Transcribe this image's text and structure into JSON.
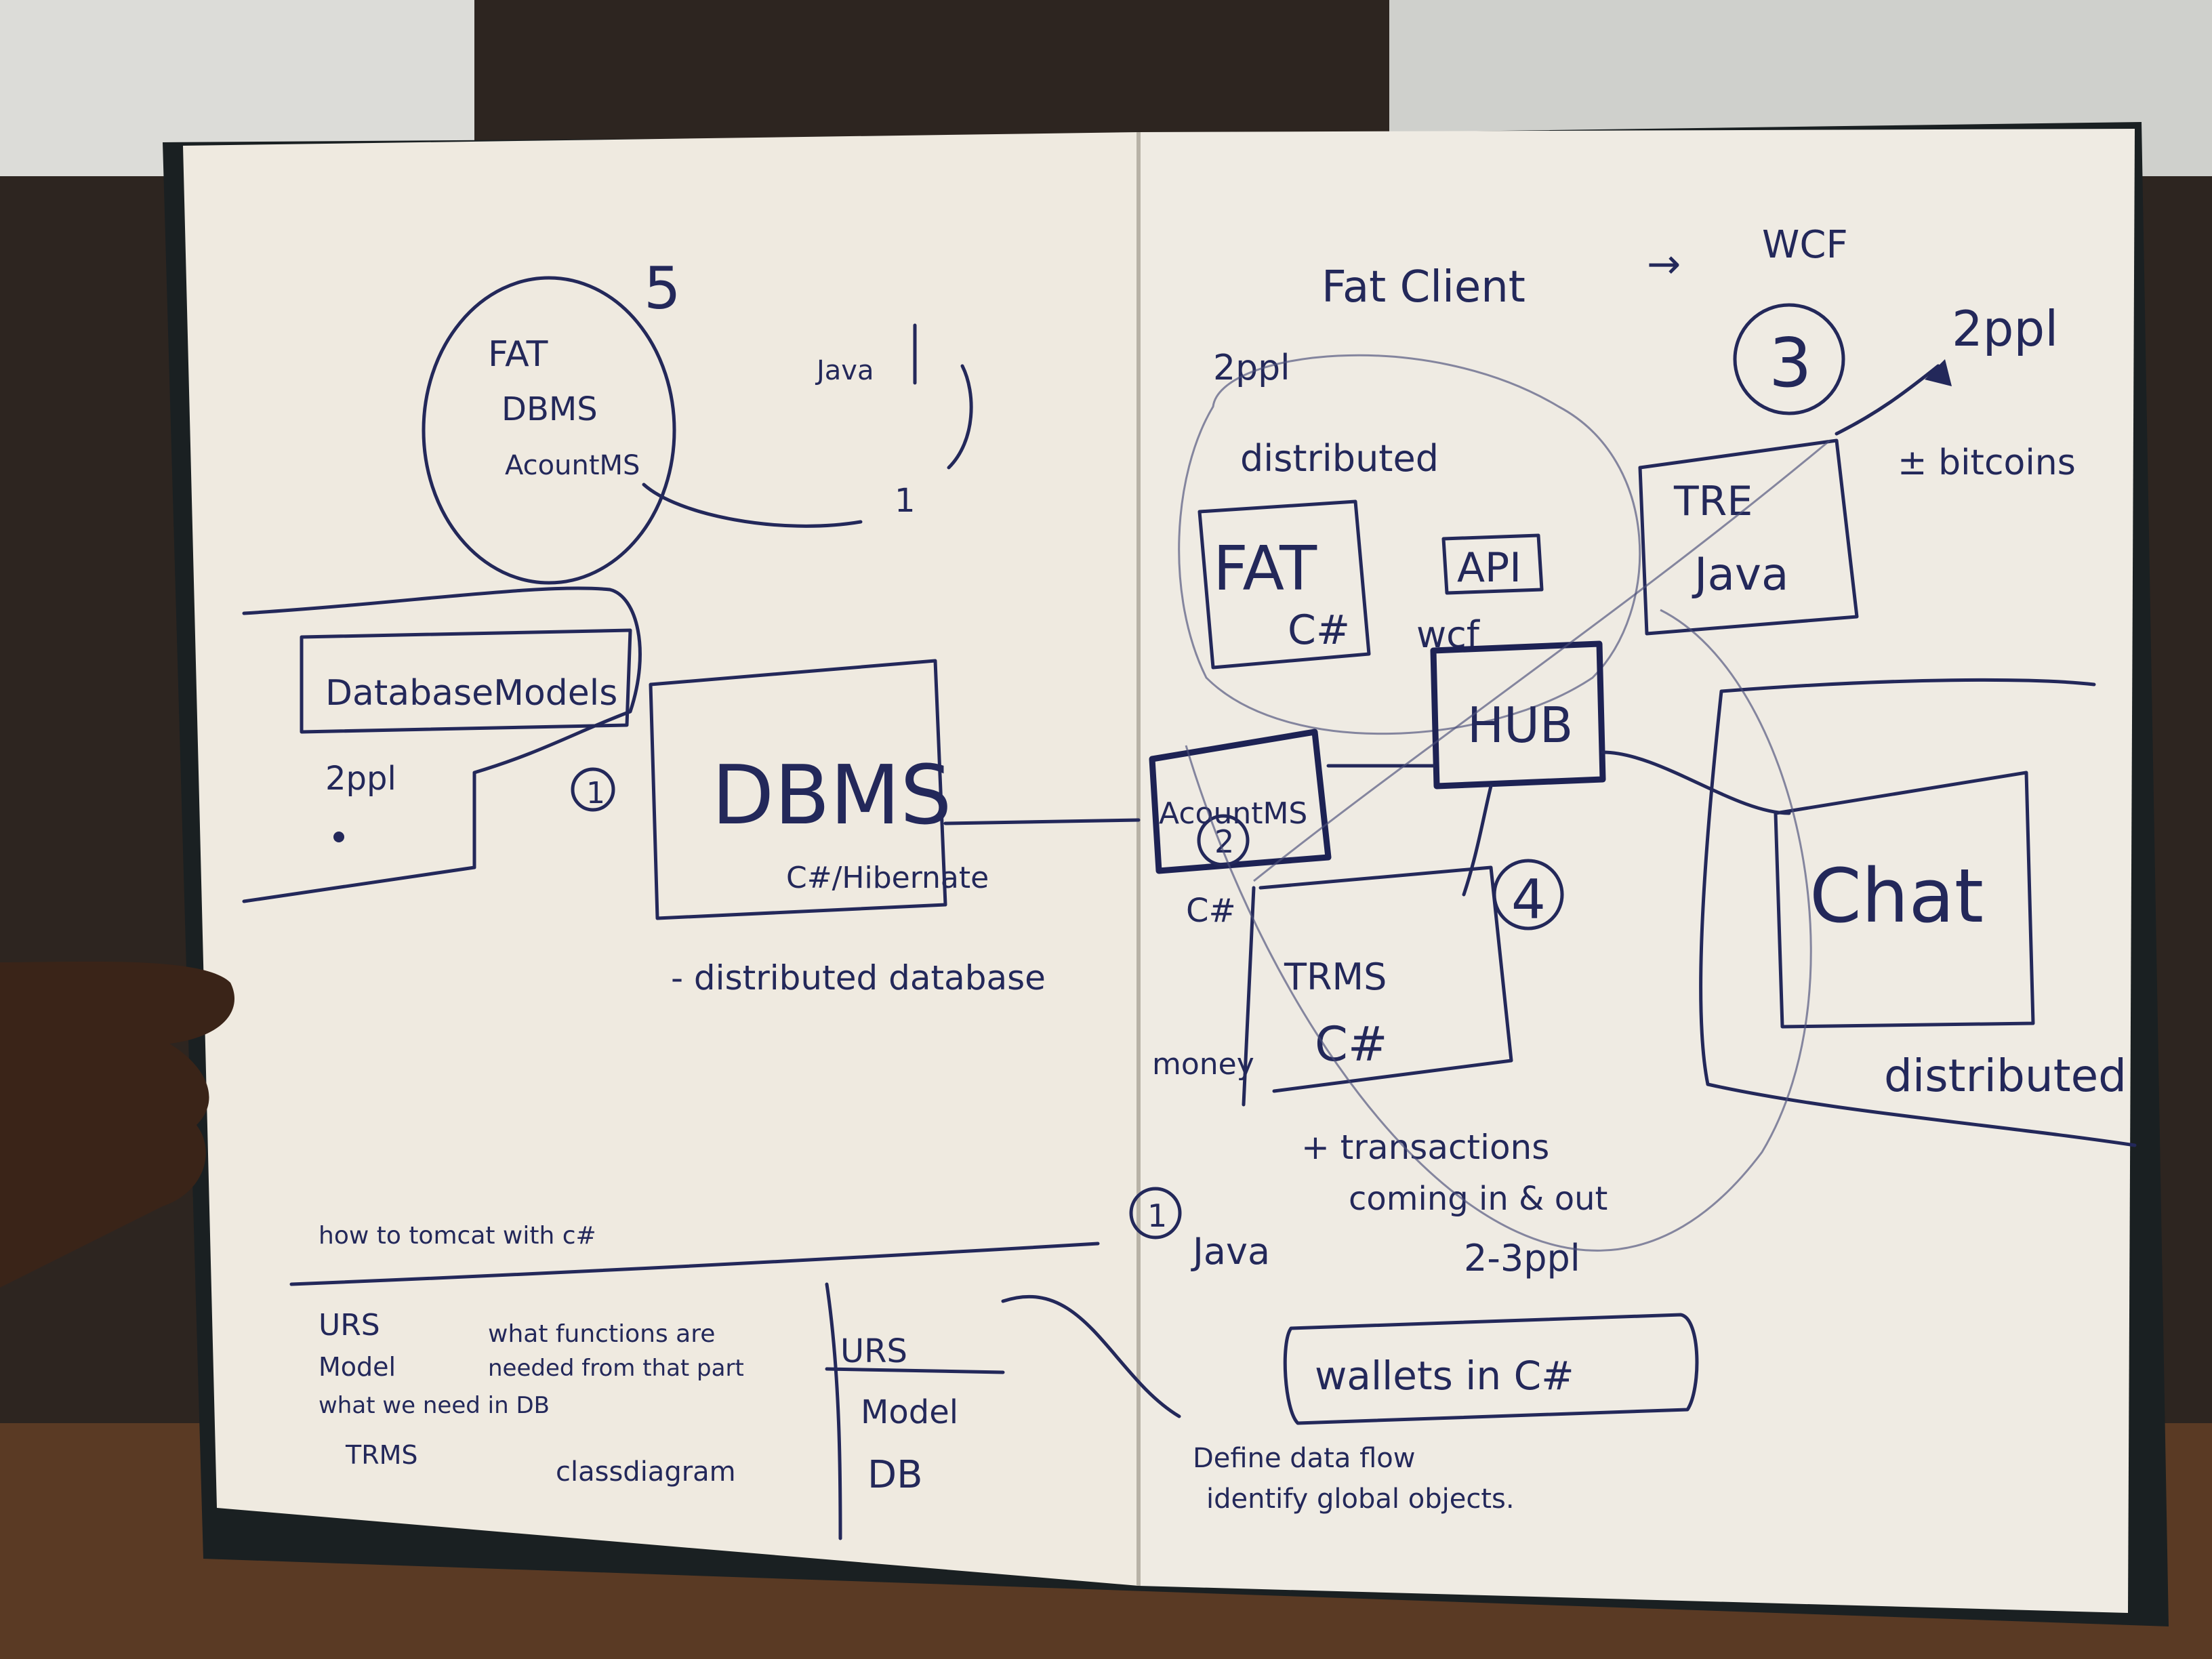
{
  "left_page": {
    "number": "5",
    "fat_circle_lines": [
      "FAT",
      "DBMS",
      "AcountMS"
    ],
    "java_label": "Java",
    "one_label": "1",
    "bullets": [
      "DatabaseModels",
      "2ppl",
      ""
    ],
    "circled_one": "1",
    "dbms_label": "DBMS",
    "dbms_sub": "C#/Hibernate",
    "distributed_db": "- distributed database",
    "note": "how to tomcat with c#",
    "todo": [
      "URS",
      "Model",
      "what we need in DB",
      "TRMS"
    ],
    "todo_comment_1": "what functions are",
    "todo_comment_2": "needed from that part",
    "class_diagram": "classdiagram",
    "class_box_title": "URS",
    "class_box_items": [
      "Model",
      "DB"
    ]
  },
  "right_page": {
    "header": "Fat Client",
    "header_arrow": "→",
    "header_wcf": "WCF",
    "two_ppl_left": "2ppl",
    "distributed_top": "distributed",
    "fat_box": [
      "FAT",
      "C#"
    ],
    "api": "API",
    "wcf": "wcf",
    "hub": "HUB",
    "accountms": "AcountMS",
    "accountms_num": "2",
    "three": "3",
    "two_ppl_right": "2ppl",
    "bitcoins": "± bitcoins",
    "tre_box": [
      "TRE",
      "Java"
    ],
    "chat": "Chat",
    "distributed_right": "distributed",
    "csharp": "C#",
    "four": "4",
    "trms": [
      "TRMS",
      "C#"
    ],
    "money": "money",
    "transactions_1": "+ transactions",
    "transactions_2": "coming in & out",
    "circled_one": "1",
    "java": "Java",
    "two_three_ppl": "2-3ppl",
    "wallets": "wallets in C#",
    "define_flow": "Define data flow",
    "identify": "identify global objects."
  }
}
